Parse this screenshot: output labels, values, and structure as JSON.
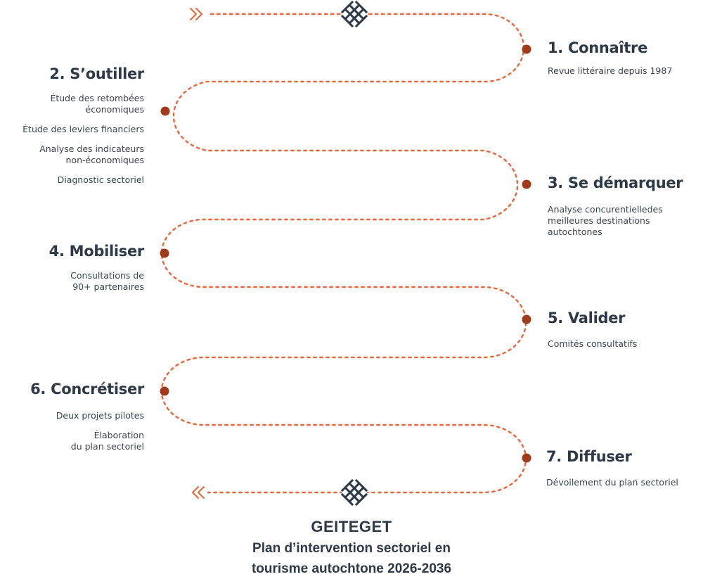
{
  "colors": {
    "path": "#e8663a",
    "dot": "#a13a1a",
    "text": "#2e3947",
    "icon": "#2e3947"
  },
  "icons": {
    "start_arrow": "double-chevron-right-icon",
    "end_arrow": "double-chevron-left-icon",
    "marker": "lattice-diamond-icon"
  },
  "steps": [
    {
      "title": "1. Connaître",
      "items": [
        "Revue littéraire depuis 1987"
      ]
    },
    {
      "title": "2. S’outiller",
      "items": [
        "Étude des retombées\néconomiques",
        "Étude des leviers financiers",
        "Analyse des indicateurs\nnon-économiques",
        "Diagnostic sectoriel"
      ]
    },
    {
      "title": "3. Se démarquer",
      "items": [
        "Analyse concurentielledes\nmeilleures destinations\nautochtones"
      ]
    },
    {
      "title": "4. Mobiliser",
      "items": [
        "Consultations de\n90+ partenaires"
      ]
    },
    {
      "title": "5. Valider",
      "items": [
        "Comités consultatifs"
      ]
    },
    {
      "title": "6. Concrétiser",
      "items": [
        "Deux projets pilotes",
        "Élaboration\ndu plan sectoriel"
      ]
    },
    {
      "title": "7. Diffuser",
      "items": [
        "Dévoilement du plan sectoriel"
      ]
    }
  ],
  "footer": {
    "brand": "GEITEGET",
    "subtitle_lead": "Plan d’intervention sectoriel en",
    "subtitle_tail": "tourisme autochtone",
    "years": "2026-2036"
  }
}
